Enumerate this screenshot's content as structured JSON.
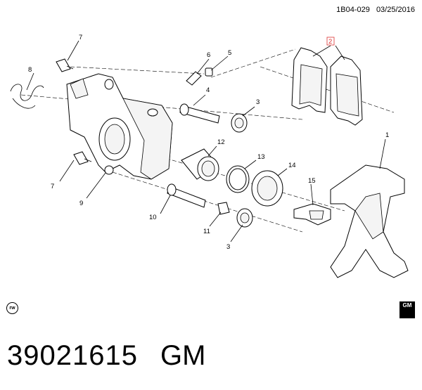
{
  "doc_id": "1B04-029",
  "doc_date": "03/25/2016",
  "part_number": "39021615",
  "brand": "GM",
  "gm_logo_text": "GM",
  "rw_logo_text": "rw",
  "callouts": {
    "c1": "1",
    "c2": "2",
    "c3a": "3",
    "c3b": "3",
    "c4": "4",
    "c5": "5",
    "c6": "6",
    "c7a": "7",
    "c7b": "7",
    "c8": "8",
    "c9": "9",
    "c10": "10",
    "c11": "11",
    "c12": "12",
    "c13": "13",
    "c14": "14",
    "c15": "15"
  }
}
